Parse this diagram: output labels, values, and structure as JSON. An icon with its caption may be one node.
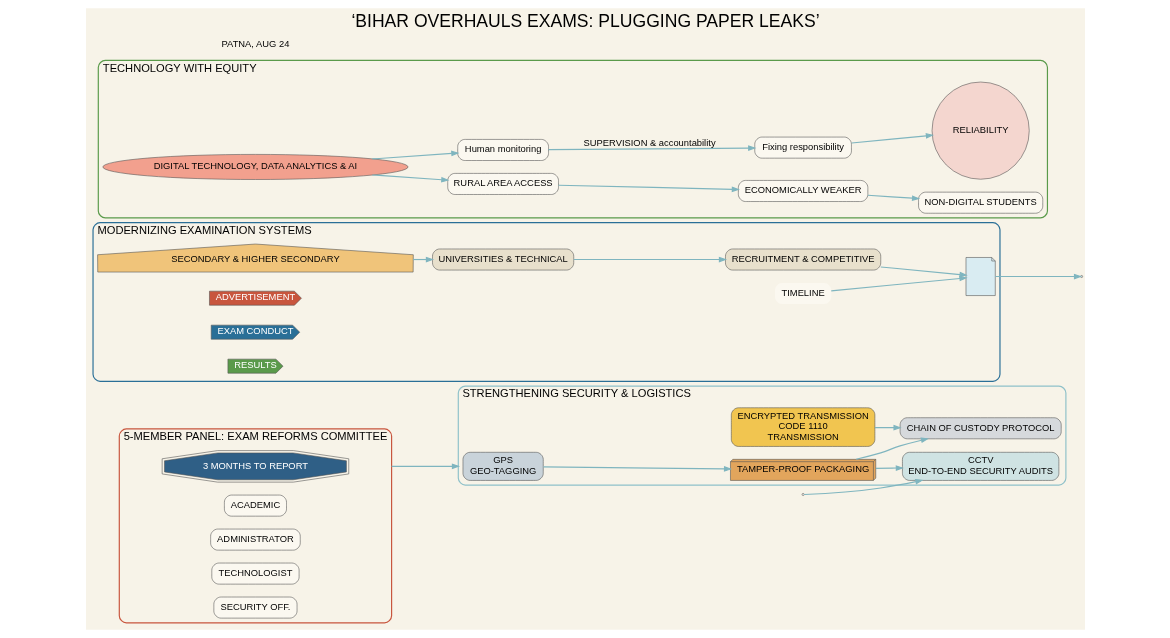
{
  "diagram": {
    "title": "‘BIHAR OVERHAULS EXAMS: PLUGGING PAPER LEAKS’",
    "nodes": [
      {
        "text": [
          "5-MEMBER PANEL: EXAM REFORMS COMMITTEE"
        ]
      },
      {
        "text": [
          "3 MONTHS TO REPORT"
        ],
        "in": 0
      },
      {
        "text": [
          "ACADEMIC"
        ],
        "in": 0
      },
      {
        "text": [
          "ADMINISTRATOR"
        ],
        "in": 0
      },
      {
        "text": [
          "TECHNOLOGIST"
        ],
        "in": 0
      },
      {
        "text": [
          "SECURITY OFF."
        ],
        "in": 0
      },
      {
        "text": [
          "STRENGTHENING SECURITY & LOGISTICS"
        ]
      },
      {
        "text": [
          "GPS",
          "GEO-TAGGING"
        ],
        "in": 6
      },
      {
        "text": [
          "TAMPER-PROOF PACKAGING"
        ],
        "in": 6
      },
      {
        "text": [
          "CCTV",
          "END-TO-END SECURITY AUDITS"
        ],
        "in": 6
      },
      {
        "text": [
          "ENCRYPTED TRANSMISSION",
          "CODE 1110",
          "TRANSMISSION"
        ],
        "in": 6
      },
      {
        "text": [
          "CHAIN OF CUSTODY PROTOCOL"
        ],
        "in": 6
      },
      {
        "text": [
          "MODERNIZING EXAMINATION SYSTEMS"
        ]
      },
      {
        "text": [
          "SECONDARY & HIGHER SECONDARY"
        ],
        "in": 12
      },
      {
        "text": [
          "UNIVERSITIES & TECHNICAL"
        ],
        "in": 12
      },
      {
        "text": [
          "RECRUITMENT & COMPETITIVE"
        ],
        "in": 12
      },
      {
        "text": [],
        "shape": "picture",
        "in": 12
      },
      {
        "text": [
          "TIMELINE"
        ],
        "in": 12
      },
      {
        "text": [
          "ADVERTISEMENT"
        ],
        "in": 12
      },
      {
        "text": [
          "EXAM CONDUCT"
        ],
        "in": 12
      },
      {
        "text": [
          "RESULTS"
        ],
        "in": 12
      },
      {
        "text": [
          "TECHNOLOGY WITH EQUITY"
        ]
      },
      {
        "text": [
          "DIGITAL TECHNOLOGY, DATA ANALYTICS & AI"
        ],
        "in": 21
      },
      {
        "text": [
          "RURAL AREA ACCESS"
        ],
        "in": 21
      },
      {
        "text": [
          "ECONOMICALLY WEAKER"
        ],
        "in": 21
      },
      {
        "text": [
          "NON-DIGITAL STUDENTS"
        ],
        "in": 21
      },
      {
        "text": [
          "Human monitoring"
        ],
        "in": 21
      },
      {
        "text": [
          "Fixing responsibility"
        ],
        "in": 21
      },
      {
        "text": [
          "RELIABILITY"
        ],
        "in": 21
      }
    ],
    "edges": [
      {
        "from": 0,
        "to": 6,
        "arrow": "to"
      },
      {
        "from": null,
        "to": 9,
        "arrow": "to"
      },
      {
        "from": 7,
        "to": 8,
        "arrow": "to"
      },
      {
        "from": 8,
        "to": 9,
        "arrow": "to"
      },
      {
        "from": 8,
        "to": 11,
        "arrow": "to"
      },
      {
        "from": 10,
        "to": 11,
        "arrow": "to"
      },
      {
        "from": 13,
        "to": 14,
        "arrow": "to"
      },
      {
        "from": 14,
        "to": 15,
        "arrow": "to"
      },
      {
        "from": 15,
        "to": 16,
        "arrow": "to"
      },
      {
        "from": 16,
        "to": null,
        "arrow": "to"
      },
      {
        "from": 17,
        "to": 16,
        "arrow": "to"
      },
      {
        "from": 22,
        "to": 23,
        "arrow": "to"
      },
      {
        "from": 22,
        "to": 26,
        "arrow": "to"
      },
      {
        "from": 23,
        "to": 24,
        "arrow": "to"
      },
      {
        "from": 24,
        "to": 25,
        "arrow": "to"
      },
      {
        "from": 26,
        "to": 27,
        "label": "SUPERVISION & accountability",
        "arrow": "to"
      },
      {
        "from": 27,
        "to": 28,
        "arrow": "to"
      }
    ],
    "labels": [
      "PATNA, AUG 24"
    ]
  }
}
